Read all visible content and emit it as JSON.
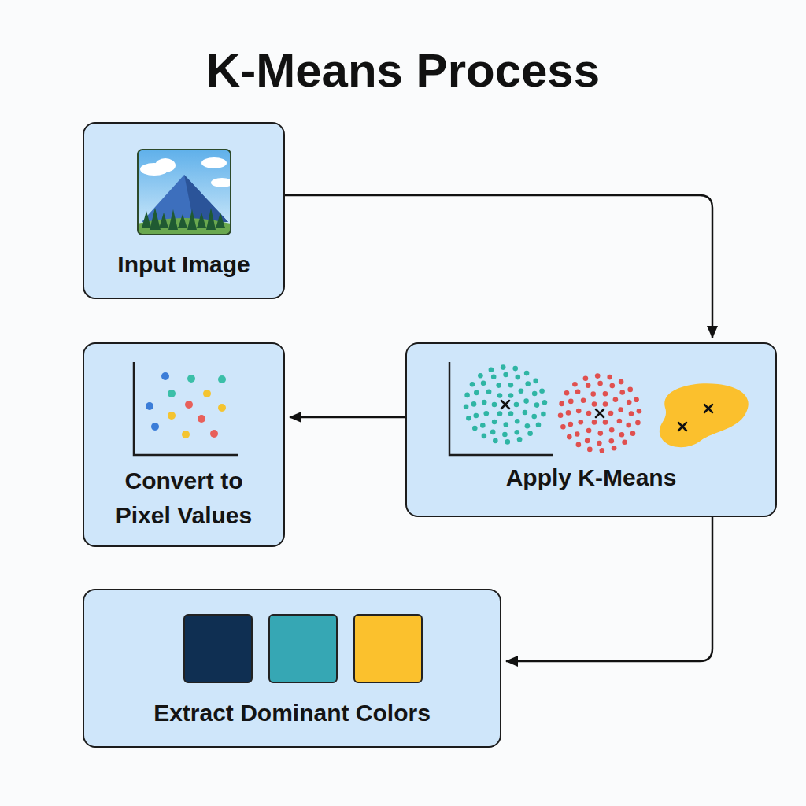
{
  "diagram": {
    "title": "K-Means Process",
    "nodes": [
      {
        "text": [
          "Input Image"
        ]
      },
      {
        "text": [
          "Convert to Pixel Values"
        ]
      },
      {
        "text": [
          "Apply K-Means"
        ]
      },
      {
        "text": [
          "Extract Dominant Colors"
        ]
      }
    ],
    "edges": [
      {
        "from": 0,
        "to": 2,
        "arrow": "to"
      },
      {
        "from": 2,
        "to": 1,
        "arrow": "to"
      },
      {
        "from": 2,
        "to": 3,
        "arrow": "to"
      }
    ]
  }
}
